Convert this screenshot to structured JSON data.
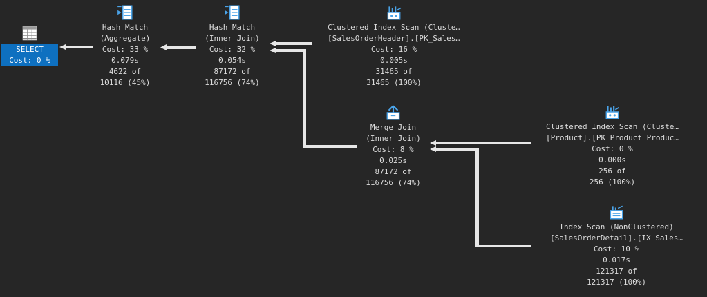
{
  "nodes": {
    "select": {
      "title": "SELECT",
      "cost": "Cost: 0 %"
    },
    "hash_agg": {
      "title": "Hash Match",
      "subtitle": "(Aggregate)",
      "cost": "Cost: 33 %",
      "time": "0.079s",
      "rows_a": "4622 of",
      "rows_b": "10116 (45%)"
    },
    "hash_join": {
      "title": "Hash Match",
      "subtitle": "(Inner Join)",
      "cost": "Cost: 32 %",
      "time": "0.054s",
      "rows_a": "87172 of",
      "rows_b": "116756 (74%)"
    },
    "cis_header": {
      "title": "Clustered Index Scan (Cluste…",
      "subtitle": "[SalesOrderHeader].[PK_Sales…",
      "cost": "Cost: 16 %",
      "time": "0.005s",
      "rows_a": "31465 of",
      "rows_b": "31465 (100%)"
    },
    "merge_join": {
      "title": "Merge Join",
      "subtitle": "(Inner Join)",
      "cost": "Cost: 8 %",
      "time": "0.025s",
      "rows_a": "87172 of",
      "rows_b": "116756 (74%)"
    },
    "cis_product": {
      "title": "Clustered Index Scan (Cluste…",
      "subtitle": "[Product].[PK_Product_Produc…",
      "cost": "Cost: 0 %",
      "time": "0.000s",
      "rows_a": "256 of",
      "rows_b": "256 (100%)"
    },
    "index_scan": {
      "title": "Index Scan (NonClustered)",
      "subtitle": "[SalesOrderDetail].[IX_Sales…",
      "cost": "Cost: 10 %",
      "time": "0.017s",
      "rows_a": "121317 of",
      "rows_b": "121317 (100%)"
    }
  },
  "icons": {
    "select": "select-table-icon",
    "hash_match": "hash-match-icon",
    "clustered_index_scan": "clustered-index-scan-icon",
    "merge_join": "merge-join-icon",
    "index_scan": "index-scan-icon"
  },
  "colors": {
    "background": "#262626",
    "text": "#dcdcdc",
    "selection": "#0e70c0",
    "arrow": "#e6e6e6",
    "icon": "#4aa3e8"
  }
}
